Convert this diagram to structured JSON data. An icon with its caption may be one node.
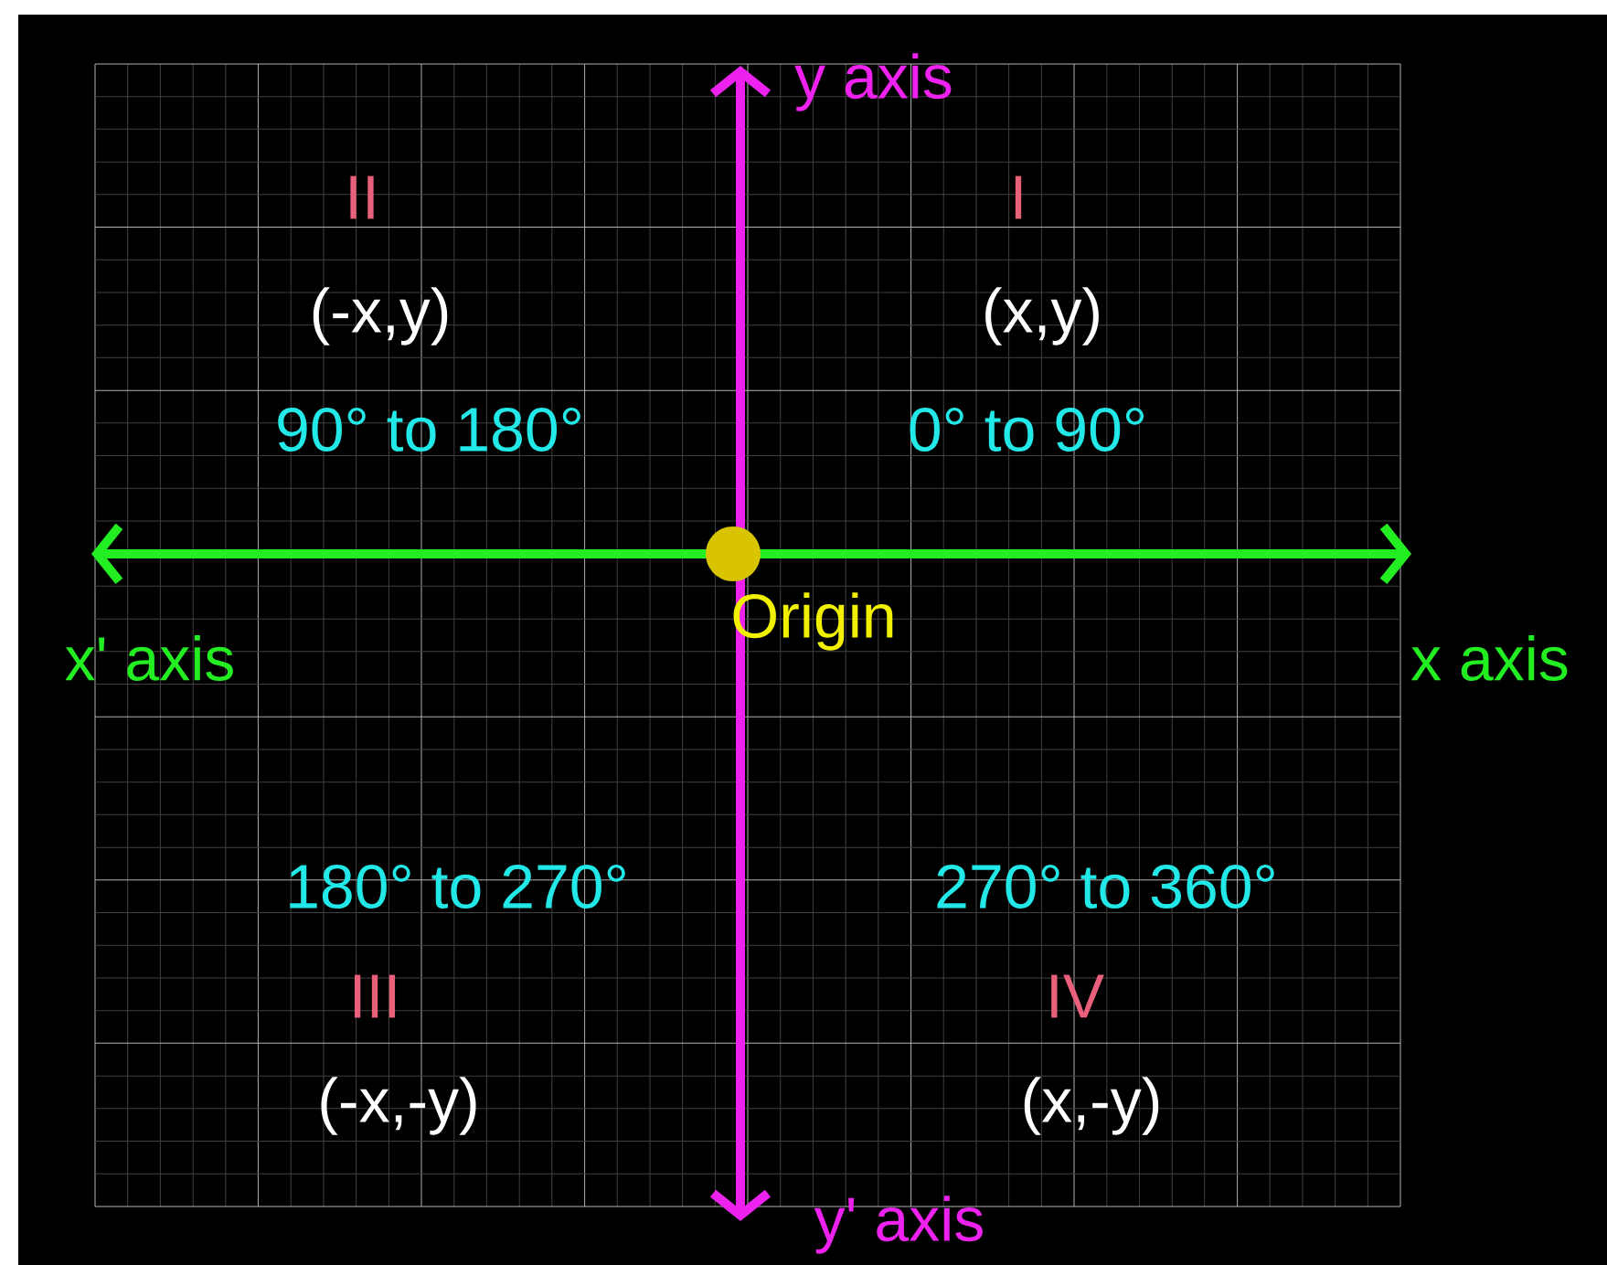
{
  "diagram": {
    "labels": [
      "y axis",
      "II",
      "I",
      "(-x,y)",
      "(x,y)",
      "90° to 180°",
      "0° to 90°",
      "x' axis",
      "Origin",
      "x axis",
      "180° to 270°",
      "270° to 360°",
      "III",
      "IV",
      "(-x,-y)",
      "(x,-y)",
      "y' axis"
    ]
  }
}
